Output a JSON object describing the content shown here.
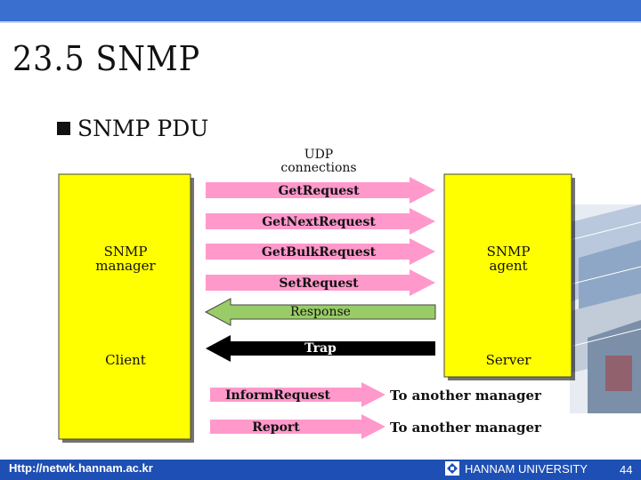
{
  "slide": {
    "title": "23.5 SNMP",
    "bullet": "SNMP PDU"
  },
  "diagram": {
    "udp_label": [
      "UDP",
      "connections"
    ],
    "manager_label": [
      "SNMP",
      "manager"
    ],
    "manager_sublabel": "Client",
    "agent_label": [
      "SNMP",
      "agent"
    ],
    "agent_sublabel": "Server",
    "arrows": [
      {
        "label": "GetRequest",
        "direction": "right",
        "color": "#ff99cc"
      },
      {
        "label": "GetNextRequest",
        "direction": "right",
        "color": "#ff99cc"
      },
      {
        "label": "GetBulkRequest",
        "direction": "right",
        "color": "#ff99cc"
      },
      {
        "label": "SetRequest",
        "direction": "right",
        "color": "#ff99cc"
      },
      {
        "label": "Response",
        "direction": "left",
        "color": "#99cc66"
      },
      {
        "label": "Trap",
        "direction": "left",
        "color": "#000000"
      },
      {
        "label": "InformRequest",
        "direction": "right",
        "color": "#ff99cc"
      },
      {
        "label": "Report",
        "direction": "right",
        "color": "#ff99cc"
      }
    ],
    "to_another_manager": [
      "To another manager",
      "To another manager"
    ],
    "box_color": "#ffff00"
  },
  "footer": {
    "url": "Http://netwk.hannam.ac.kr",
    "university": "HANNAM  UNIVERSITY",
    "page": "44",
    "bar_color": "#1e4fb4"
  }
}
